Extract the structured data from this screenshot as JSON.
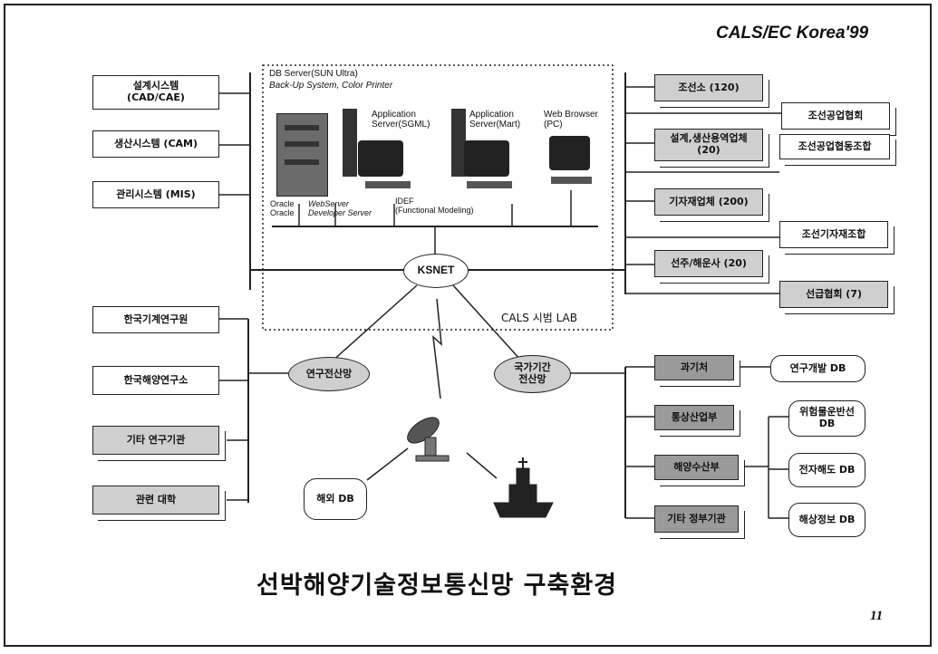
{
  "header": {
    "title": "CALS/EC Korea'99"
  },
  "footer": {
    "title": "선박해양기술정보통신망 구축환경",
    "page_number": "11"
  },
  "left_systems": [
    "설계시스템\n(CAD/CAE)",
    "생산시스템 (CAM)",
    "관리시스템 (MIS)"
  ],
  "lab": {
    "db_server": "DB Server(SUN Ultra)",
    "backup": "Back-Up System, Color Printer",
    "app_sgml": "Application\nServer(SGML)",
    "app_mart": "Application\nServer(Mart)",
    "web_browser": "Web Browser\n(PC)",
    "oracle": "Oracle\nOracle",
    "webserver": "WebServer\nDeveloper Server",
    "idef": "IDEF\n(Functional Modeling)",
    "hub": "KSNET",
    "lab_label": "CALS 시범 LAB"
  },
  "right_top": {
    "shipyard": "조선소 (120)",
    "ship_assoc": "조선공업협회",
    "design_firms": "설계,생산용역업체\n(20)",
    "ship_coop": "조선공업협동조합",
    "equipment": "기자재업체 (200)",
    "equip_coop": "조선기자재조합",
    "owners": "선주/해운사 (20)",
    "class_society": "선급협회 (7)"
  },
  "research": {
    "institutes": [
      "한국기계연구원",
      "한국해양연구소",
      "기타 연구기관",
      "관련 대학"
    ],
    "network": "연구전산망"
  },
  "government": {
    "network": "국가기간\n전산망",
    "agencies": [
      "과기처",
      "통상산업부",
      "해양수산부",
      "기타 정부기관"
    ],
    "dbs": [
      "연구개발 DB",
      "위험물운반선\nDB",
      "전자해도 DB",
      "해상정보 DB"
    ]
  },
  "overseas_db": "해외 DB"
}
